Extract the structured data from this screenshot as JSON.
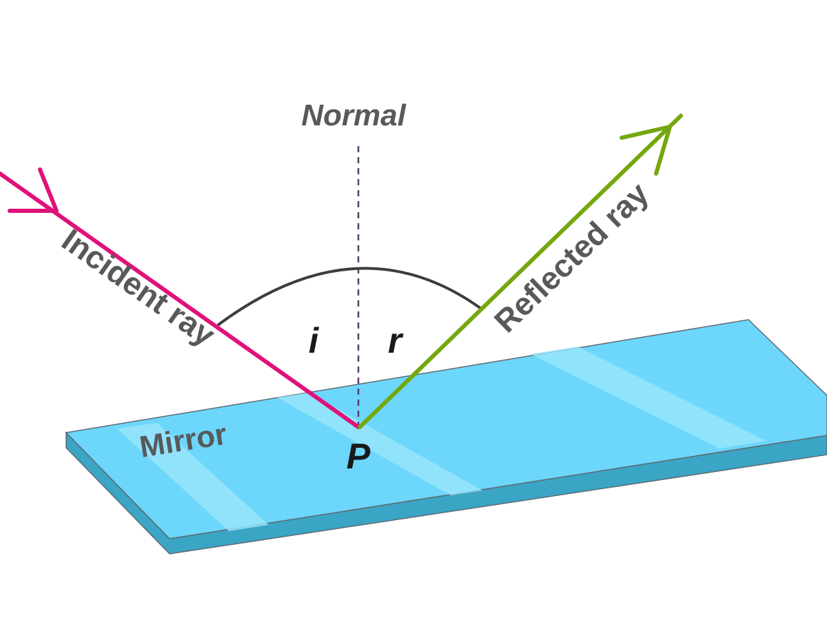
{
  "labels": {
    "normal": "Normal",
    "incident_ray": "Incident ray",
    "reflected_ray": "Reflected ray",
    "mirror": "Mirror",
    "angle_incidence": "i",
    "angle_reflection": "r",
    "point": "P"
  },
  "colors": {
    "incident_ray": "#e0117a",
    "reflected_ray": "#75a70f",
    "mirror_top": "#6dd6fb",
    "mirror_side": "#3ba5c5",
    "mirror_highlight": "#9ae6fd",
    "normal_line": "#5a3d6b",
    "angle_arc": "#3d3d3d",
    "label_text": "#58595b"
  }
}
